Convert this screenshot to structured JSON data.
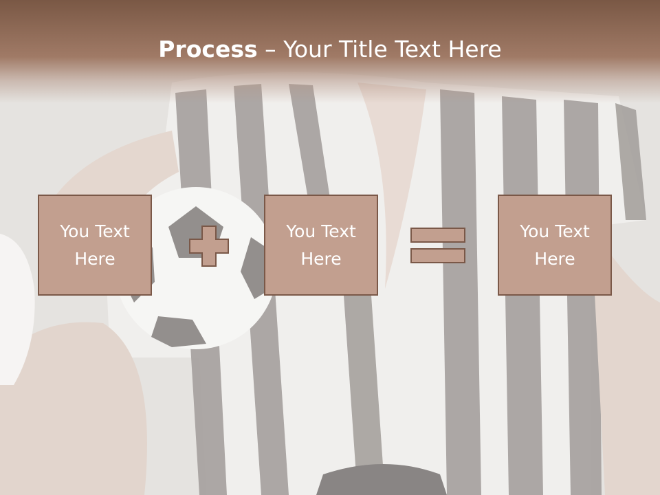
{
  "slide": {
    "title_bold": "Process",
    "title_rest": " – Your Title Text Here"
  },
  "process": {
    "boxes": [
      {
        "label": "You Text Here"
      },
      {
        "label": "You Text Here"
      },
      {
        "label": "You Text Here"
      }
    ],
    "operators": [
      "plus-icon",
      "equals-icon"
    ]
  },
  "colors": {
    "title_bar": "#8a6552",
    "box_fill": "#c29f8f",
    "box_border": "#7a5848",
    "text": "#ffffff"
  }
}
